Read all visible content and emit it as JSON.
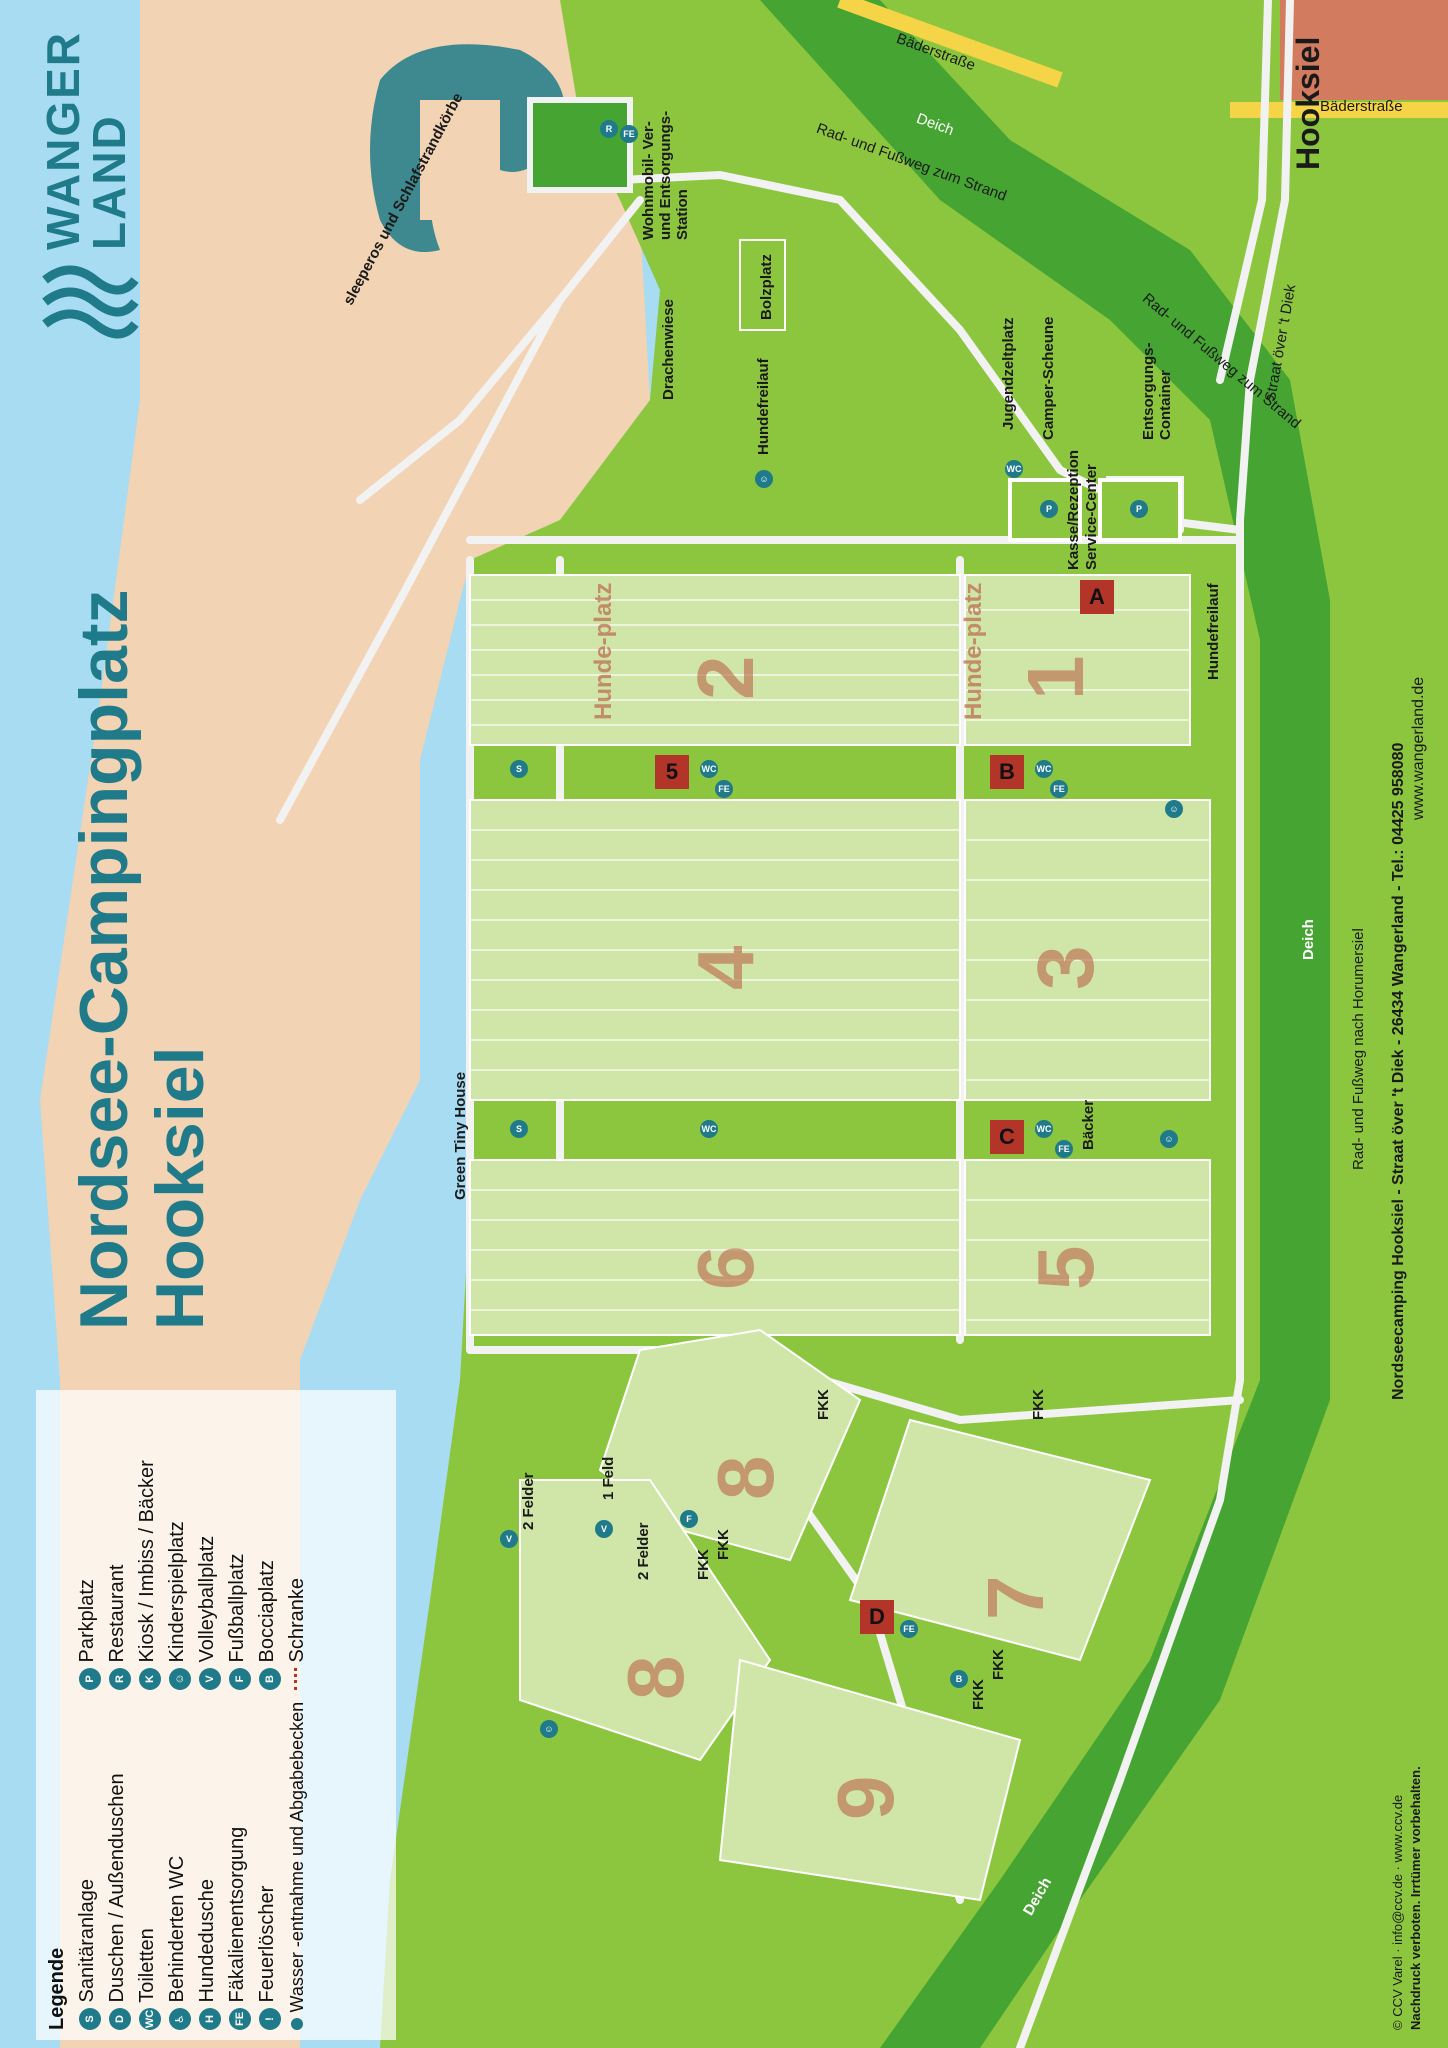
{
  "title": {
    "line1": "Nordsee-Campingplatz",
    "line2": "Hooksiel"
  },
  "brand": {
    "line1": "WANGER",
    "line2": "LAND"
  },
  "colors": {
    "sea": "#a8dcf2",
    "sand": "#f2d3b3",
    "grass": "#8cc63f",
    "dike": "#46a432",
    "plot": "#cfe6a8",
    "road": "#f2f2f2",
    "accent": "#1f7a8a",
    "facility": "#b3352a",
    "town": "#d27b5f",
    "street_yellow": "#f5d547"
  },
  "legend": {
    "title": "Legende",
    "items": [
      {
        "icon": "sanitary-icon",
        "label": "Sanitäranlage"
      },
      {
        "icon": "shower-icon",
        "label": "Duschen / Außenduschen"
      },
      {
        "icon": "wc-icon",
        "label": "Toiletten"
      },
      {
        "icon": "accessible-wc-icon",
        "label": "Behinderten WC"
      },
      {
        "icon": "dog-shower-icon",
        "label": "Hundedusche"
      },
      {
        "icon": "fe-icon",
        "label": "Fäkalienentsorgung"
      },
      {
        "icon": "fire-extinguisher-icon",
        "label": "Feuerlöscher"
      },
      {
        "icon": "water-point-icon",
        "label": "Wasser -entnahme und Abgabebecken"
      },
      {
        "icon": "parking-icon",
        "label": "Parkplatz"
      },
      {
        "icon": "restaurant-icon",
        "label": "Restaurant"
      },
      {
        "icon": "kiosk-icon",
        "label": "Kiosk / Imbiss / Bäcker"
      },
      {
        "icon": "playground-icon",
        "label": "Kinderspielplatz"
      },
      {
        "icon": "volleyball-icon",
        "label": "Volleyballplatz"
      },
      {
        "icon": "football-icon",
        "label": "Fußballplatz"
      },
      {
        "icon": "boccia-icon",
        "label": "Bocciaplatz"
      },
      {
        "icon": "barrier-icon",
        "label": "Schranke"
      }
    ]
  },
  "labels": {
    "beach_chairs": "sleeperos und Schlafstrandkörbe",
    "rv_station": "Wohnmobil- Ver- und Entsorgungs-Station",
    "path_beach_top": "Rad- und Fußweg zum Strand",
    "deich_top": "Deich",
    "baderstrasse_top": "Bäderstraße",
    "baderstrasse_right": "Bäderstraße",
    "hooksiel_town": "Hooksiel",
    "drachenwiese": "Drachenwiese",
    "bolzplatz": "Bolzplatz",
    "hundefreilauf_1": "Hundefreilauf",
    "hundefreilauf_2": "Hundefreilauf",
    "jugendzeltplatz": "Jugendzeltplatz",
    "camper_scheune": "Camper-Scheune",
    "kasse": "Kasse/Rezeption",
    "service_center": "Service-Center",
    "entsorgung": "Entsorgungs-Container",
    "path_beach_mid": "Rad- und Fußweg zum Strand",
    "straat_top": "Straat över 't Diek",
    "green_tiny_house": "Green Tiny House",
    "baecker": "Bäcker",
    "deich_mid": "Deich",
    "path_horumersiel": "Rad- und Fußweg nach Horumersiel",
    "deich_bottom": "Deich",
    "huendeplatz_1": "Hunde-platz",
    "huendeplatz_2": "Hunde-platz",
    "fkk": "FKK",
    "felder_2a": "2 Felder",
    "felder_2b": "2 Felder",
    "feld_1": "1 Feld",
    "footer_address": "Nordseecamping Hooksiel - Straat över 't Diek - 26434 Wangerland - Tel.: 04425 958080",
    "footer_web": "www.wangerland.de",
    "credit_line1": "© CCV Varel · info@ccv.de · www.ccv.de",
    "credit_line2": "Nachdruck verboten. Irrtümer vorbehalten."
  },
  "facilities": [
    "A",
    "B",
    "C",
    "D",
    "5"
  ],
  "field_numbers": [
    "1",
    "2",
    "3",
    "4",
    "5",
    "6",
    "7",
    "8",
    "9"
  ]
}
